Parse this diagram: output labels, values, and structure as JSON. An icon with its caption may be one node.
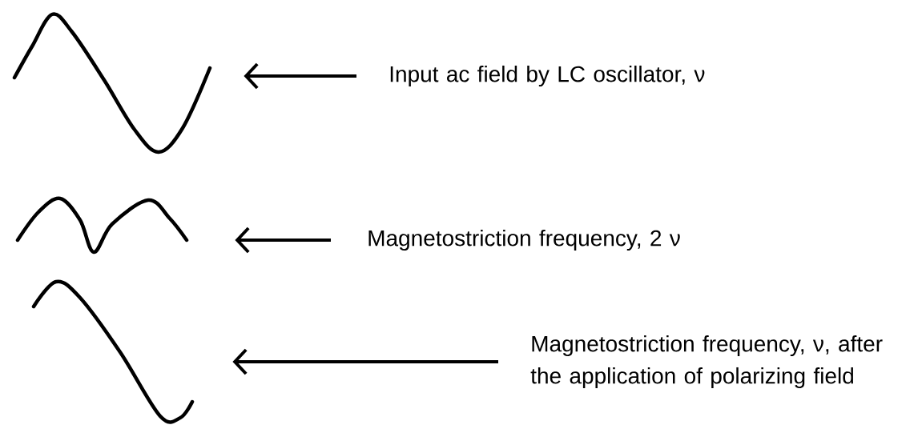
{
  "diagram": {
    "nodes": [
      {
        "text": [],
        "shape": "picture"
      },
      {
        "text": [
          "Input ac field by LC oscillator, ν"
        ]
      },
      {
        "text": [],
        "shape": "picture"
      },
      {
        "text": [
          "Magnetostriction frequency, 2 ν"
        ]
      },
      {
        "text": [],
        "shape": "picture"
      },
      {
        "text": [
          "Magnetostriction frequency, ν, after the application of polarizing field"
        ]
      }
    ],
    "edges": [
      {
        "from": 1,
        "to": 0,
        "arrow": "to"
      },
      {
        "from": 3,
        "to": 2,
        "arrow": "to"
      },
      {
        "from": 5,
        "to": 4,
        "arrow": "to"
      }
    ]
  }
}
